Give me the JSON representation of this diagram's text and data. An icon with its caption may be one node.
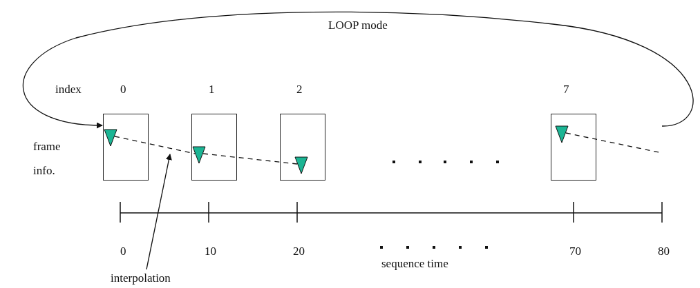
{
  "diagram": {
    "nodes": [
      {
        "text": [],
        "shape": "box"
      },
      {
        "text": [],
        "shape": "triangle",
        "in": 0
      },
      {
        "text": [],
        "shape": "box"
      },
      {
        "text": [],
        "shape": "triangle",
        "in": 2
      },
      {
        "text": [],
        "shape": "box"
      },
      {
        "text": [],
        "shape": "triangle",
        "in": 4
      },
      {
        "text": [],
        "shape": "box"
      },
      {
        "text": [],
        "shape": "triangle",
        "in": 6
      },
      {
        "text": [
          "interpolation"
        ]
      }
    ],
    "edges": [
      {
        "from": null,
        "to": 0,
        "arrow": "to",
        "label": "LOOP mode"
      },
      {
        "from": 1,
        "to": 3,
        "arrow": "none",
        "style": "dashed"
      },
      {
        "from": 3,
        "to": 5,
        "arrow": "none",
        "style": "dashed"
      },
      {
        "from": 7,
        "to": null,
        "arrow": "none",
        "style": "dashed"
      },
      {
        "from": 8,
        "to": null,
        "arrow": "to"
      }
    ],
    "labels": [
      "index",
      "0",
      "1",
      "2",
      "7",
      "frame info.",
      "0",
      "10",
      "20",
      "70",
      "80",
      "sequence time"
    ]
  }
}
